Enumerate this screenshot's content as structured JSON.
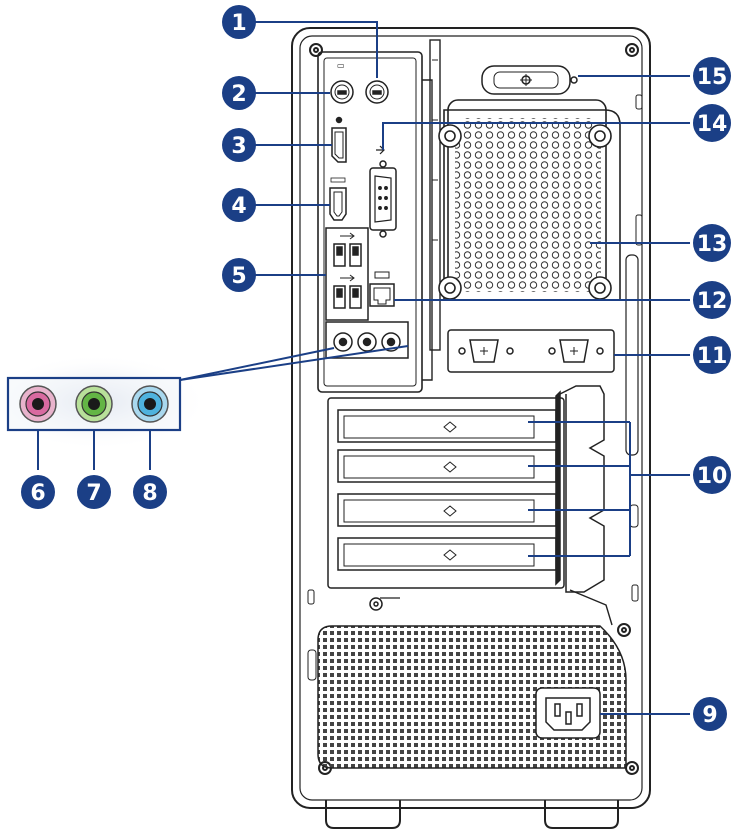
{
  "callouts": [
    {
      "label": "1"
    },
    {
      "label": "2"
    },
    {
      "label": "3"
    },
    {
      "label": "4"
    },
    {
      "label": "5"
    },
    {
      "label": "6"
    },
    {
      "label": "7"
    },
    {
      "label": "8"
    },
    {
      "label": "9"
    },
    {
      "label": "10"
    },
    {
      "label": "11"
    },
    {
      "label": "12"
    },
    {
      "label": "13"
    },
    {
      "label": "14"
    },
    {
      "label": "15"
    }
  ],
  "colors": {
    "callout_fill": "#1b3f86",
    "leader_line": "#1b3f86",
    "line_art": "#222222",
    "audio_line_in": "#e8b3cc",
    "audio_line_out": "#b8e09a",
    "audio_mic": "#a9d8ee",
    "audio_pink": "#d86aa0",
    "audio_green": "#63b545",
    "audio_blue": "#4fb3de"
  }
}
